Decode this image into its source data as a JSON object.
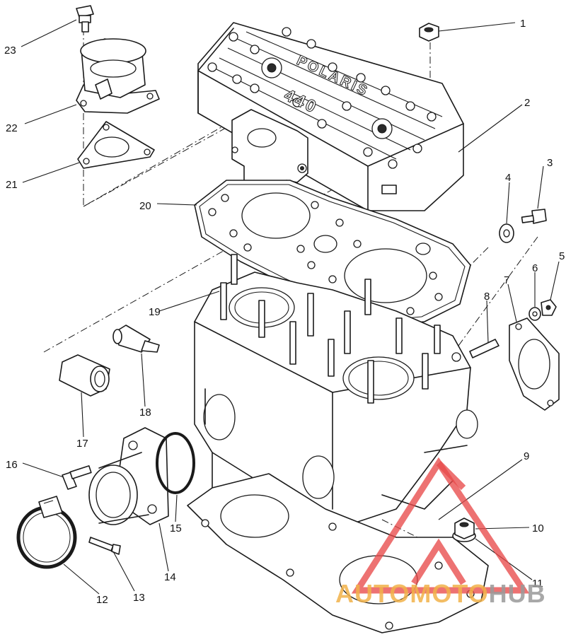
{
  "callouts": [
    {
      "id": "1",
      "label": "1"
    },
    {
      "id": "2",
      "label": "2"
    },
    {
      "id": "3",
      "label": "3"
    },
    {
      "id": "4",
      "label": "4"
    },
    {
      "id": "5",
      "label": "5"
    },
    {
      "id": "6",
      "label": "6"
    },
    {
      "id": "7",
      "label": "7"
    },
    {
      "id": "8",
      "label": "8"
    },
    {
      "id": "9",
      "label": "9"
    },
    {
      "id": "10",
      "label": "10"
    },
    {
      "id": "11",
      "label": "11"
    },
    {
      "id": "12",
      "label": "12"
    },
    {
      "id": "13",
      "label": "13"
    },
    {
      "id": "14",
      "label": "14"
    },
    {
      "id": "15",
      "label": "15"
    },
    {
      "id": "16",
      "label": "16"
    },
    {
      "id": "17",
      "label": "17"
    },
    {
      "id": "18",
      "label": "18"
    },
    {
      "id": "19",
      "label": "19"
    },
    {
      "id": "20",
      "label": "20"
    },
    {
      "id": "21",
      "label": "21"
    },
    {
      "id": "22",
      "label": "22"
    },
    {
      "id": "23",
      "label": "23"
    }
  ],
  "cover_text": {
    "brand": "POLARIS",
    "model": "440"
  },
  "watermark": {
    "part_a": "AUTOMOTO",
    "part_b": "HUB",
    "color_a": "#f2b24a",
    "color_b": "#9a9a9a",
    "logo_color": "#e84a4a"
  }
}
